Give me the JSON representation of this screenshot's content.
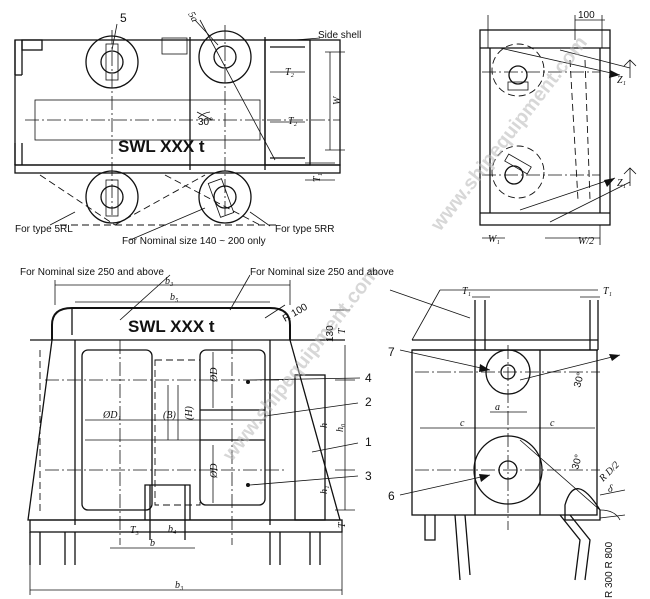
{
  "top_left_view": {
    "part_5": "5",
    "part_5a": "5a",
    "side_shell": "Side shell",
    "swl": "SWL XXX t",
    "for_5rl": "For type 5RL",
    "for_5rr": "For type 5RR",
    "nominal_140_200": "For Nominal size 140 ~ 200 only",
    "t2a": "T₂",
    "t2b": "T₂",
    "t1": "T₁",
    "w": "W",
    "deg30": "30°"
  },
  "top_right_view": {
    "dim_100": "100",
    "z1_top": "Z₁",
    "z1_bottom": "Z₁",
    "w1": "W₁",
    "w2": "W/2"
  },
  "bottom_left_view": {
    "nominal_250_left": "For Nominal size 250 and above",
    "nominal_250_right": "For Nominal size 250 and above",
    "b3_top": "b₃",
    "b5": "b₅",
    "swl": "SWL XXX t",
    "r100": "R 100",
    "dim_130": "130",
    "t_top": "T",
    "t_bottom": "T",
    "od_top": "ØD",
    "od1": "ØD₁",
    "b_paren": "(B)",
    "h_paren": "(H)",
    "od_bottom": "ØD",
    "h": "h",
    "h0": "h₀",
    "h1": "h₁",
    "t3": "T₃",
    "b4": "b₄",
    "b": "b",
    "b3_bottom": "b₃",
    "part_1": "1",
    "part_2": "2",
    "part_3": "3",
    "part_4": "4"
  },
  "bottom_right_view": {
    "t1_left": "T₁",
    "t1_right": "T₁",
    "part_7": "7",
    "part_6": "6",
    "a": "a",
    "c_left": "c",
    "c_right": "c",
    "deg30": "30°",
    "deg30b": "30°",
    "rd2": "R D/2",
    "delta": "δ",
    "r_dims": "R 300 R 800"
  },
  "watermark": "www.shipequipment.com"
}
